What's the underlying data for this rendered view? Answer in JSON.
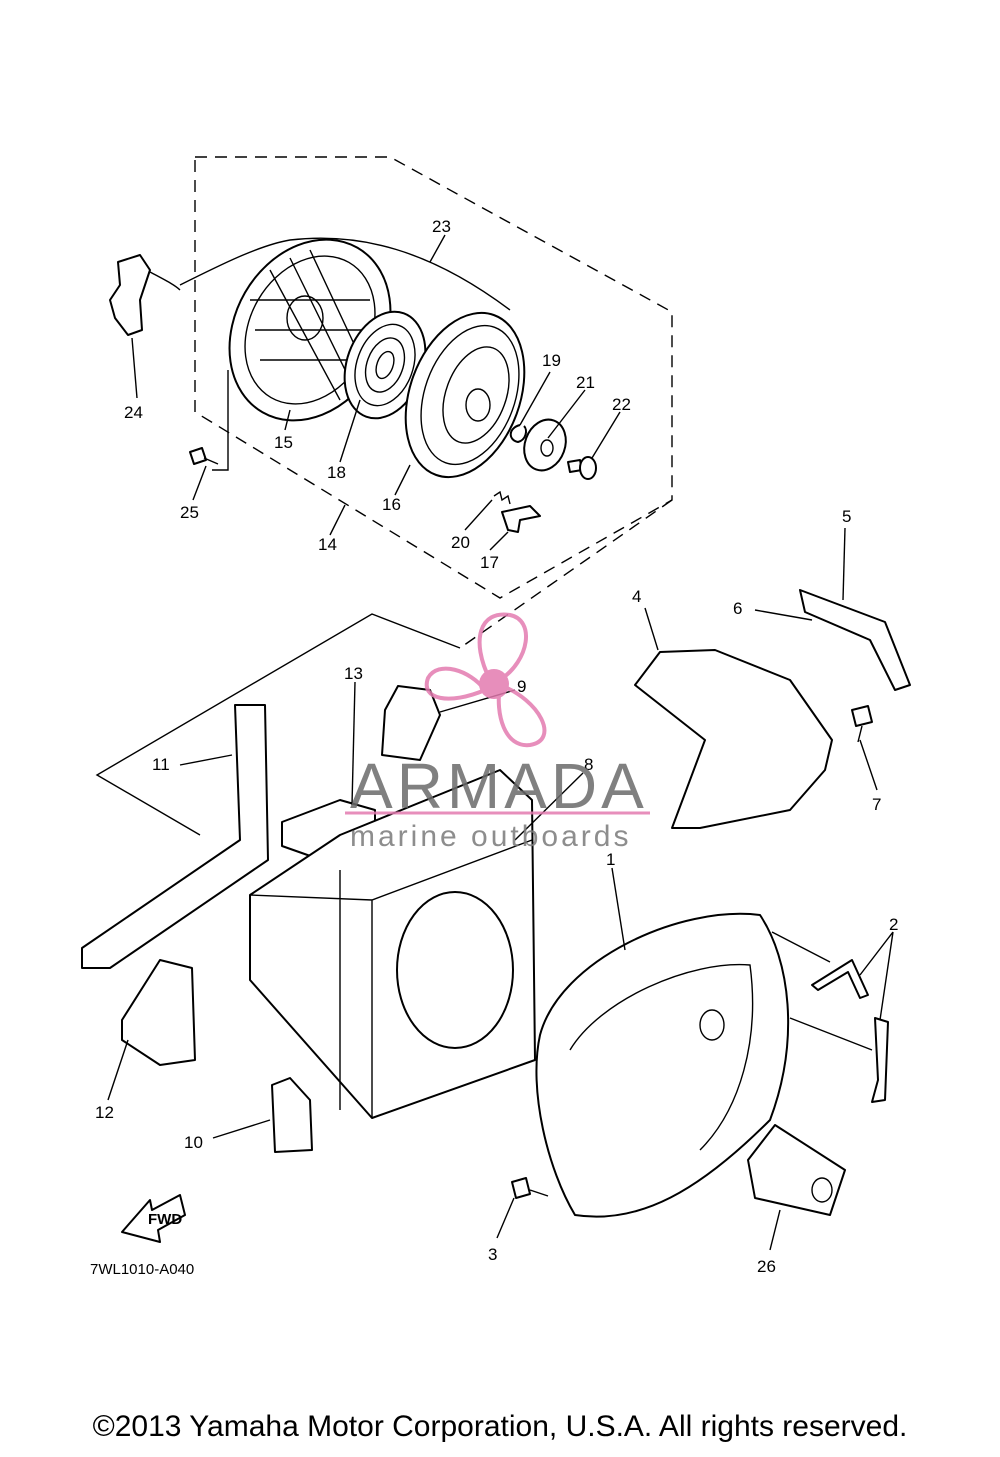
{
  "diagram_code": "7WL1010-A040",
  "copyright": "©2013 Yamaha Motor Corporation, U.S.A. All rights reserved.",
  "fwd_label": "FWD",
  "watermark": {
    "brand": "ARMADA",
    "tagline": "marine outboards",
    "logo_color": "#e37bb0"
  },
  "callouts": {
    "p1": "1",
    "p2": "2",
    "p3": "3",
    "p4": "4",
    "p5": "5",
    "p6": "6",
    "p7": "7",
    "p8": "8",
    "p9": "9",
    "p10": "10",
    "p11": "11",
    "p12": "12",
    "p13": "13",
    "p14": "14",
    "p15": "15",
    "p16": "16",
    "p17": "17",
    "p18": "18",
    "p19": "19",
    "p20": "20",
    "p21": "21",
    "p22": "22",
    "p23": "23",
    "p24": "24",
    "p25": "25",
    "p26": "26"
  }
}
